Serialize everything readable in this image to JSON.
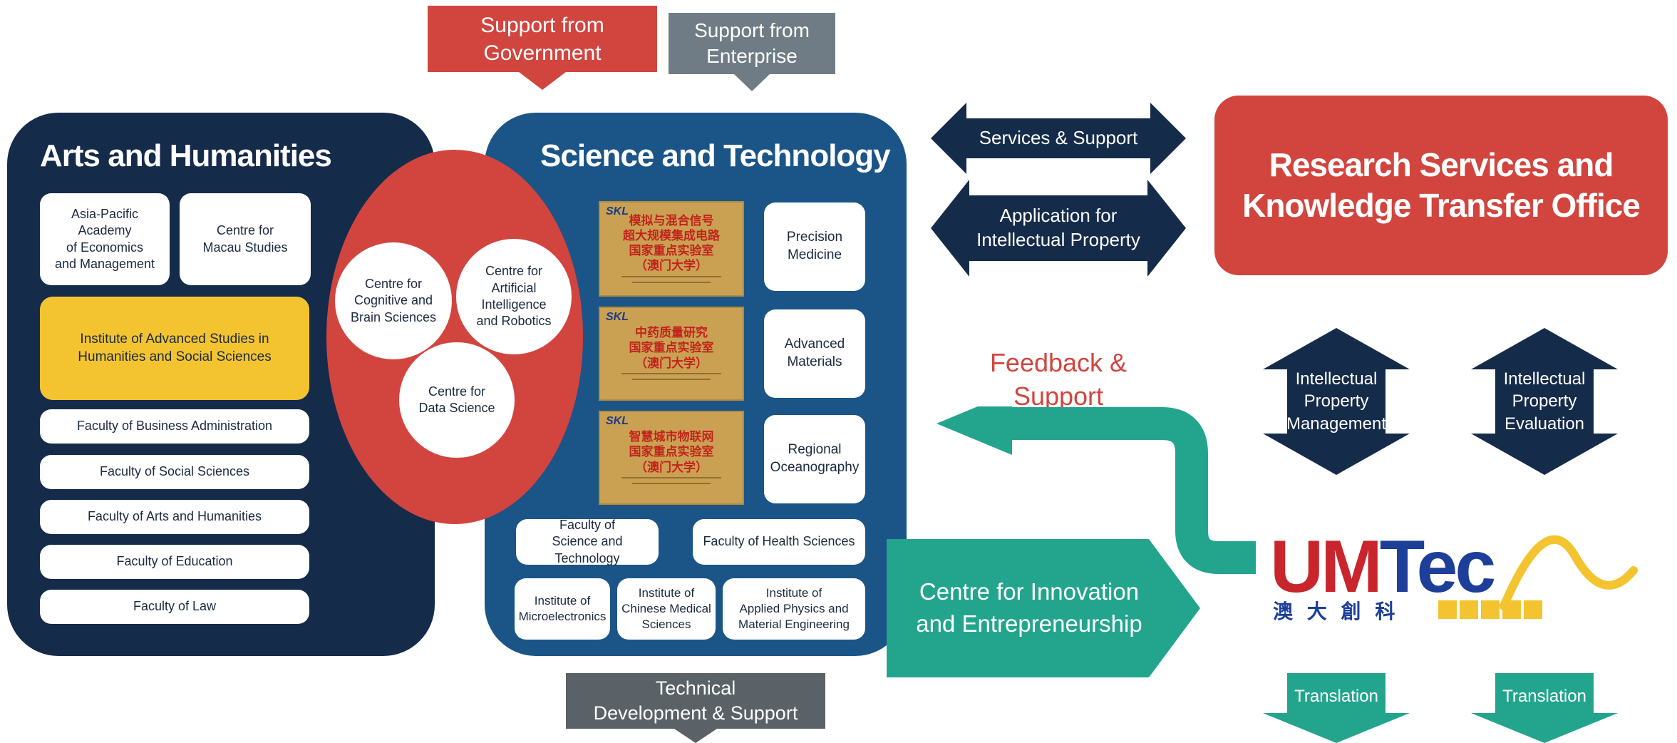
{
  "top_banners": {
    "government": "Support from\nGovernment",
    "enterprise": "Support from\nEnterprise"
  },
  "arts": {
    "title": "Arts and Humanities",
    "units": [
      "Asia-Pacific Academy\nof Economics\nand Management",
      "Centre for\nMacau Studies",
      "Institute of Advanced Studies in\nHumanities and Social Sciences",
      "Faculty of Business Administration",
      "Faculty of Social Sciences",
      "Faculty of Arts and Humanities",
      "Faculty of Education",
      "Faculty of Law"
    ]
  },
  "overlap": {
    "circles": [
      "Centre for\nCognitive and\nBrain Sciences",
      "Centre for\nArtificial\nIntelligence\nand Robotics",
      "Centre for\nData Science"
    ]
  },
  "science": {
    "title": "Science and Technology",
    "labs": [
      {
        "tag": "SKL",
        "name": "模拟与混合信号\n超大规模集成电路\n国家重点实验室\n（澳门大学）"
      },
      {
        "tag": "SKL",
        "name": "中药质量研究\n国家重点实验室\n（澳门大学）"
      },
      {
        "tag": "SKL",
        "name": "智慧城市物联网\n国家重点实验室\n（澳门大学）"
      }
    ],
    "side_units": [
      "Precision\nMedicine",
      "Advanced\nMaterials",
      "Regional\nOceanography"
    ],
    "faculties": [
      "Faculty of\nScience and Technology",
      "Faculty of Health Sciences"
    ],
    "institutes": [
      "Institute of\nMicroelectronics",
      "Institute of\nChinese Medical\nSciences",
      "Institute of\nApplied Physics and\nMaterial Engineering"
    ]
  },
  "bottom_banner": "Technical\nDevelopment & Support",
  "arrows": {
    "services": "Services & Support",
    "ip_application": "Application for\nIntellectual Property",
    "feedback": "Feedback &\nSupport",
    "ip_management": "Intellectual\nProperty\nManagement",
    "ip_evaluation": "Intellectual\nProperty\nEvaluation",
    "translation_1": "Translation",
    "translation_2": "Translation"
  },
  "office": "Research Services and\nKnowledge Transfer Office",
  "cie": "Centre for Innovation\nand Entrepreneurship",
  "umtec": {
    "logo_text": "UMTec",
    "logo_cn": "澳 大 創 科"
  },
  "colors": {
    "navy": "#152b4a",
    "blue": "#1b5588",
    "red": "#d2453f",
    "grey": "#6f7c85",
    "teal": "#23a58d",
    "yellow": "#f4c430"
  }
}
